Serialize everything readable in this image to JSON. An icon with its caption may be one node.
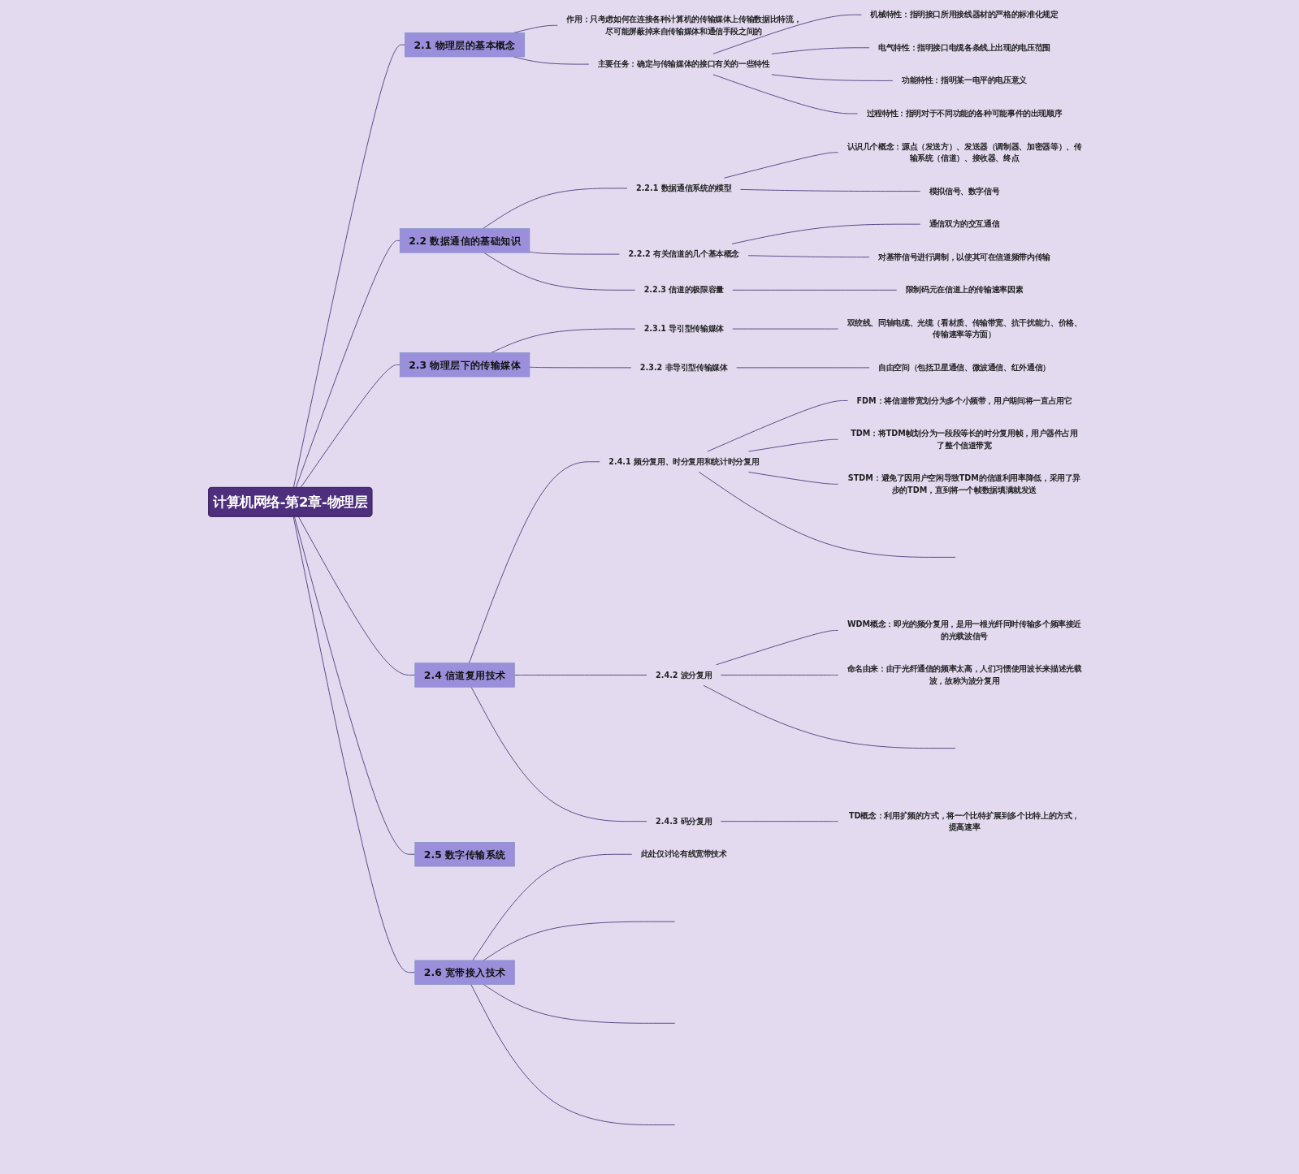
{
  "diagram": {
    "nodes": [
      {
        "text": [
          "计算机网络-第2章-物理层"
        ]
      },
      {
        "text": [
          "2.1 物理层的基本概念"
        ]
      },
      {
        "text": [
          "作用：只考虑如何在连接各种计算机的传输媒体上传输数据比特流，尽可能屏蔽掉来自传输媒体和通信手段之间的"
        ]
      },
      {
        "text": [
          "主要任务：确定与传输媒体的接口有关的一些特性"
        ]
      },
      {
        "text": [
          "机械特性：指明接口所用接线器材的严格的标准化规定"
        ]
      },
      {
        "text": [
          "电气特性：指明接口电缆各条线上出现的电压范围"
        ]
      },
      {
        "text": [
          "功能特性：指明某一电平的电压意义"
        ]
      },
      {
        "text": [
          "过程特性：指明对于不同功能的各种可能事件的出现顺序"
        ]
      },
      {
        "text": [
          "2.2 数据通信的基础知识"
        ]
      },
      {
        "text": [
          "2.2.1 数据通信系统的模型"
        ]
      },
      {
        "text": [
          "认识几个概念：源点（发送方）、发送器（调制器、加密器等）、传输系统（信道）、接收器、终点"
        ]
      },
      {
        "text": [
          "模拟信号、数字信号"
        ]
      },
      {
        "text": [
          "2.2.2 有关信道的几个基本概念"
        ]
      },
      {
        "text": [
          "通信双方的交互通信"
        ]
      },
      {
        "text": [
          "对基带信号进行调制，以使其可在信道频带内传输"
        ]
      },
      {
        "text": [
          "2.2.3 信道的极限容量"
        ]
      },
      {
        "text": [
          "限制码元在信道上的传输速率因素"
        ]
      },
      {
        "text": [
          "2.3 物理层下的传输媒体"
        ]
      },
      {
        "text": [
          "2.3.1 导引型传输媒体"
        ]
      },
      {
        "text": [
          "双绞线、同轴电缆、光缆（看材质、传输带宽、抗干扰能力、价格、传输速率等方面）"
        ]
      },
      {
        "text": [
          "2.3.2 非导引型传输媒体"
        ]
      },
      {
        "text": [
          "自由空间（包括卫星通信、微波通信、红外通信）"
        ]
      },
      {
        "text": [
          "2.4 信道复用技术"
        ]
      },
      {
        "text": [
          "2.4.1 频分复用、时分复用和统计时分复用"
        ]
      },
      {
        "text": [
          "FDM：将信道带宽划分为多个小频带，用户期间将一直占用它"
        ]
      },
      {
        "text": [
          "TDM：将TDM帧划分为一段段等长的时分复用帧，用户器件占用了整个信道带宽"
        ]
      },
      {
        "text": [
          "STDM：避免了因用户空闲导致TDM的信道利用率降低，采用了异步的TDM，直到将一个帧数据填满就发送"
        ]
      },
      {
        "text": [
          "2.4.2 波分复用"
        ]
      },
      {
        "text": [
          "WDM概念：即光的频分复用，是用一根光纤同时传输多个频率接近的光载波信号"
        ]
      },
      {
        "text": [
          "命名由来：由于光纤通信的频率太高，人们习惯使用波长来描述光载波，故称为波分复用"
        ]
      },
      {
        "text": [
          "2.4.3 码分复用"
        ]
      },
      {
        "text": [
          "TD概念：利用扩频的方式，将一个比特扩展到多个比特上的方式，提高速率"
        ]
      },
      {
        "text": [
          "2.5 数字传输系统"
        ]
      },
      {
        "text": [
          "2.6 宽带接入技术"
        ]
      },
      {
        "text": [
          "此处仅讨论有线宽带技术"
        ]
      }
    ],
    "edges": [
      {
        "from": 0,
        "to": 1,
        "arrow": "none"
      },
      {
        "from": 1,
        "to": 2,
        "arrow": "none"
      },
      {
        "from": 1,
        "to": 3,
        "arrow": "none"
      },
      {
        "from": 3,
        "to": 4,
        "arrow": "none"
      },
      {
        "from": 3,
        "to": 5,
        "arrow": "none"
      },
      {
        "from": 3,
        "to": 6,
        "arrow": "none"
      },
      {
        "from": 3,
        "to": 7,
        "arrow": "none"
      },
      {
        "from": 0,
        "to": 8,
        "arrow": "none"
      },
      {
        "from": 8,
        "to": 9,
        "arrow": "none"
      },
      {
        "from": 9,
        "to": 10,
        "arrow": "none"
      },
      {
        "from": 9,
        "to": 11,
        "arrow": "none"
      },
      {
        "from": 8,
        "to": 12,
        "arrow": "none"
      },
      {
        "from": 12,
        "to": 13,
        "arrow": "none"
      },
      {
        "from": 12,
        "to": 14,
        "arrow": "none"
      },
      {
        "from": 8,
        "to": 15,
        "arrow": "none"
      },
      {
        "from": 15,
        "to": 16,
        "arrow": "none"
      },
      {
        "from": 0,
        "to": 17,
        "arrow": "none"
      },
      {
        "from": 17,
        "to": 18,
        "arrow": "none"
      },
      {
        "from": 18,
        "to": 19,
        "arrow": "none"
      },
      {
        "from": 17,
        "to": 20,
        "arrow": "none"
      },
      {
        "from": 20,
        "to": 21,
        "arrow": "none"
      },
      {
        "from": 0,
        "to": 22,
        "arrow": "none"
      },
      {
        "from": 22,
        "to": 23,
        "arrow": "none"
      },
      {
        "from": 23,
        "to": 24,
        "arrow": "none"
      },
      {
        "from": 23,
        "to": 25,
        "arrow": "none"
      },
      {
        "from": 23,
        "to": 26,
        "arrow": "none"
      },
      {
        "from": 23,
        "to": null,
        "arrow": "none"
      },
      {
        "from": 22,
        "to": 27,
        "arrow": "none"
      },
      {
        "from": 27,
        "to": 28,
        "arrow": "none"
      },
      {
        "from": 27,
        "to": 29,
        "arrow": "none"
      },
      {
        "from": 27,
        "to": null,
        "arrow": "none"
      },
      {
        "from": 22,
        "to": 30,
        "arrow": "none"
      },
      {
        "from": 30,
        "to": 31,
        "arrow": "none"
      },
      {
        "from": 0,
        "to": 32,
        "arrow": "none"
      },
      {
        "from": 0,
        "to": 33,
        "arrow": "none"
      },
      {
        "from": 33,
        "to": 34,
        "arrow": "none"
      },
      {
        "from": 33,
        "to": null,
        "arrow": "none"
      },
      {
        "from": 33,
        "to": null,
        "arrow": "none"
      },
      {
        "from": 33,
        "to": null,
        "arrow": "none"
      }
    ]
  }
}
